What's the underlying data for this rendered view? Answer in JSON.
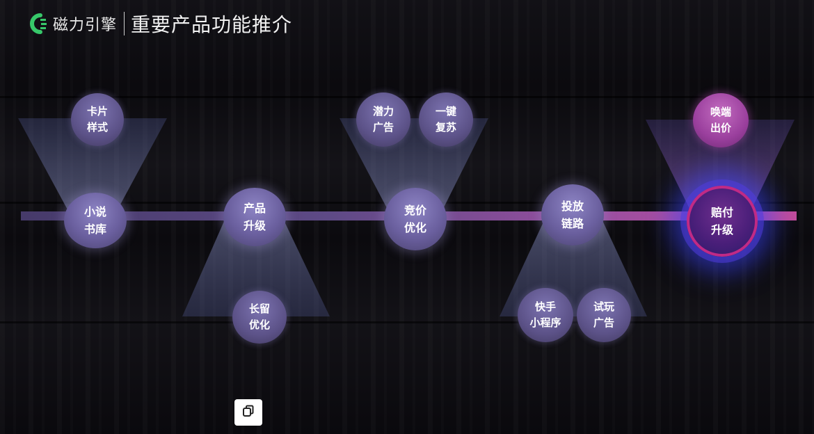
{
  "header": {
    "brand": "磁力引擎",
    "title": "重要产品功能推介"
  },
  "colors": {
    "accent_purple": "#6a5f9e",
    "accent_pink": "#c24c9a",
    "glow_blue": "#3c46ff"
  },
  "timeline": {
    "nodes": [
      {
        "label": "小说\n书库"
      },
      {
        "label": "产品\n升级"
      },
      {
        "label": "竞价\n优化"
      },
      {
        "label": "投放\n链路"
      },
      {
        "label": "赔付\n升级"
      }
    ]
  },
  "features": [
    {
      "label": "卡片\n样式"
    },
    {
      "label": "长留\n优化"
    },
    {
      "label": "潜力\n广告"
    },
    {
      "label": "一键\n复苏"
    },
    {
      "label": "快手\n小程序"
    },
    {
      "label": "试玩\n广告"
    },
    {
      "label": "唤端\n出价"
    }
  ],
  "toolbar": {
    "copy_icon": "copy-icon"
  }
}
